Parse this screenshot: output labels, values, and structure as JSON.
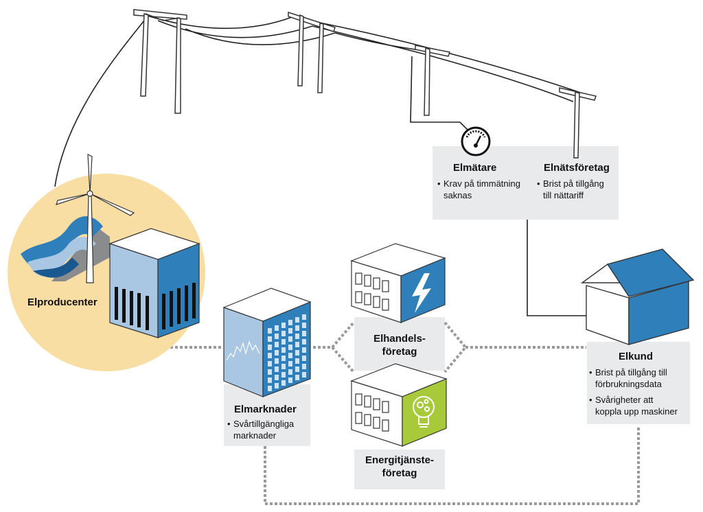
{
  "nodes": {
    "producer": {
      "title": "Elproducenter"
    },
    "meter": {
      "title": "Elmätare",
      "bullets": [
        [
          "Krav på timmätning",
          "saknas"
        ]
      ]
    },
    "grid": {
      "title": "Elnätsföretag",
      "bullets": [
        [
          "Brist på tillgång",
          "till nättariff"
        ]
      ]
    },
    "customer": {
      "title": "Elkund",
      "bullets": [
        [
          "Brist på tillgång till",
          "förbrukningsdata"
        ],
        [
          "Svårigheter att",
          "koppla upp maskiner"
        ]
      ]
    },
    "markets": {
      "title": "Elmarknader",
      "bullets": [
        [
          "Svårtillgängliga",
          "marknader"
        ]
      ]
    },
    "retail": {
      "title_lines": [
        "Elhandels-",
        "företag"
      ]
    },
    "energy": {
      "title_lines": [
        "Energitjänste-",
        "företag"
      ]
    }
  },
  "colors": {
    "blue": "#2e7fba",
    "light_blue": "#a9c7e2",
    "dark_blue": "#19578f",
    "yellow_circle": "#f8dea3",
    "lime": "#a8c93a",
    "grey_box": "#e9eaeb",
    "dotted_line": "#9a9a9a"
  },
  "icons": [
    "wind-turbine-icon",
    "hydro-dam-icon",
    "power-plant-icon",
    "power-pylon-icon",
    "meter-gauge-icon",
    "lightning-icon",
    "lightbulb-gears-icon",
    "house-icon"
  ]
}
